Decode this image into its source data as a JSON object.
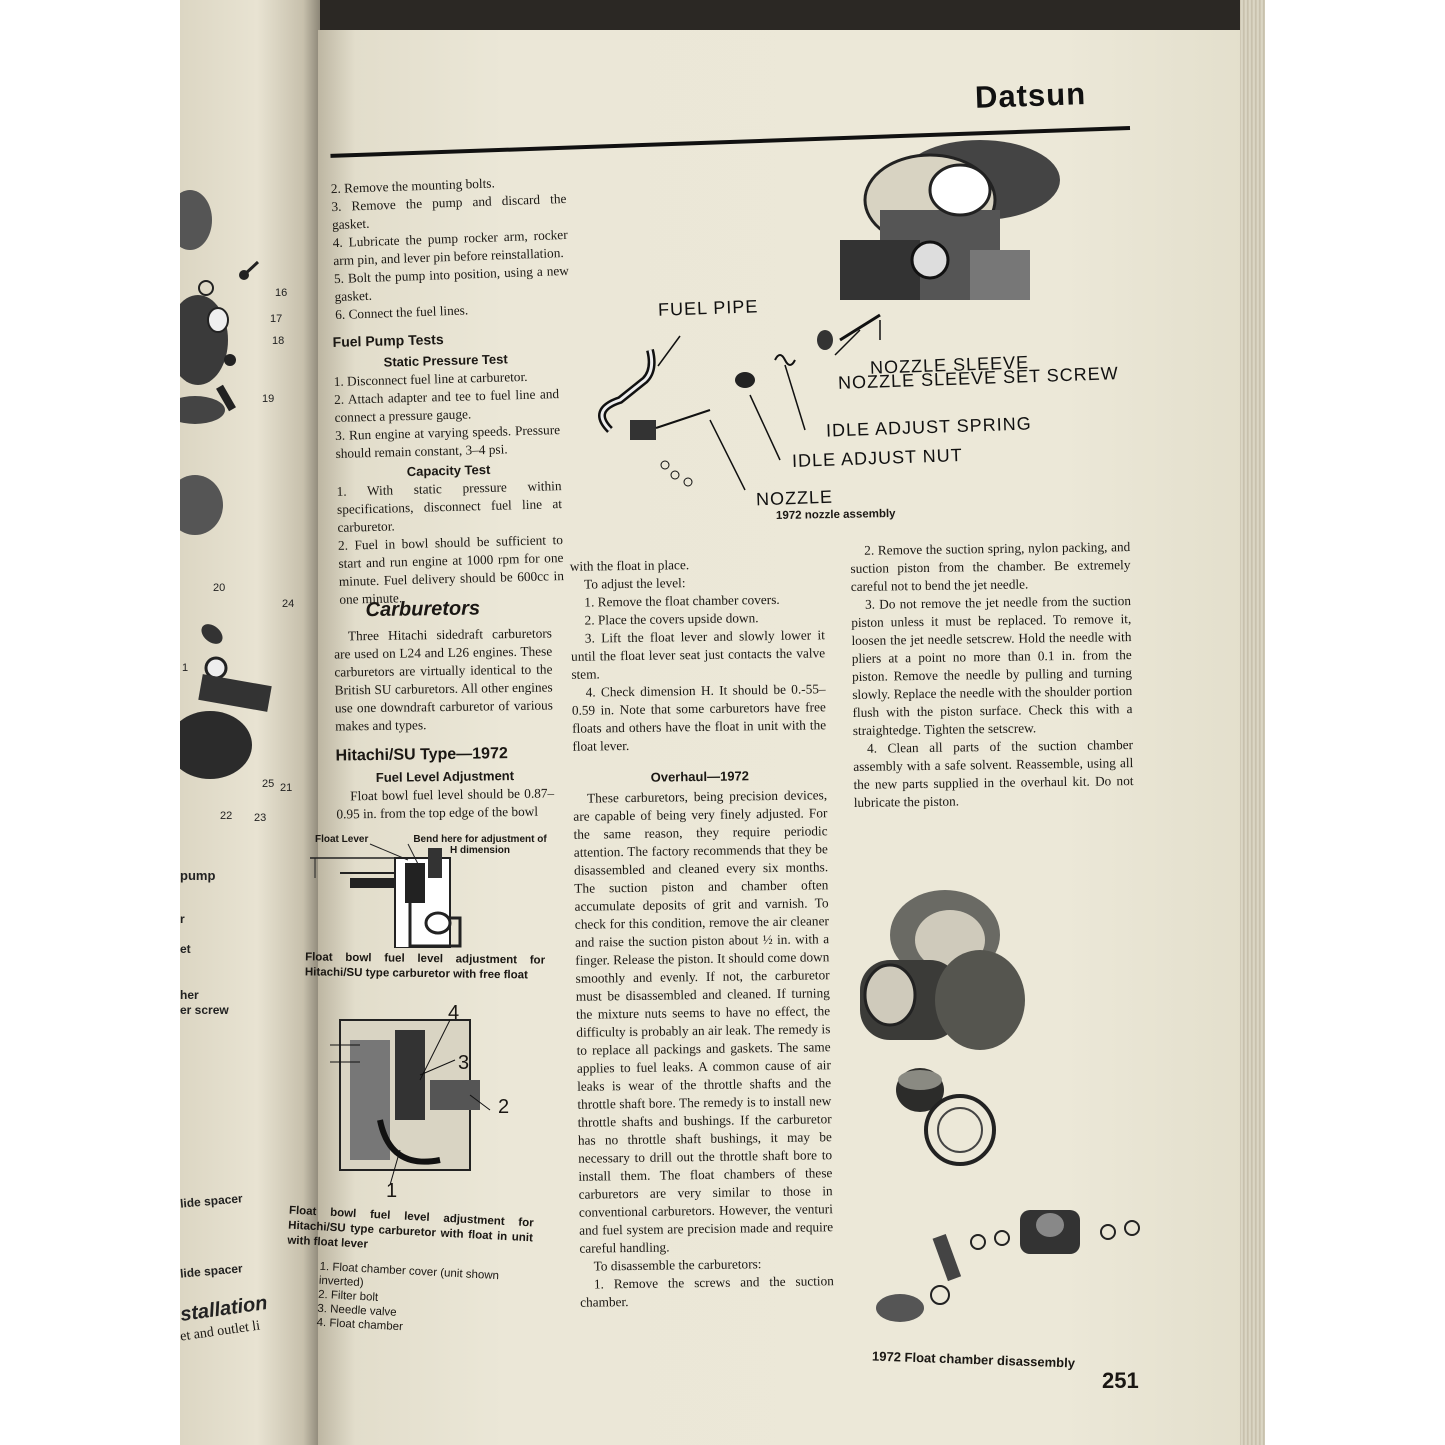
{
  "header": {
    "title": "Datsun"
  },
  "left_page": {
    "callouts": [
      "16",
      "17",
      "18",
      "19",
      "20",
      "24",
      "1",
      "25",
      "21",
      "22",
      "23"
    ],
    "fragments": [
      "pump",
      "r",
      "et",
      "her",
      "er screw",
      "lide spacer",
      "lide spacer",
      "stallation",
      "et and outlet li"
    ]
  },
  "col1": {
    "steps": [
      "2. Remove the mounting bolts.",
      "3. Remove the pump and discard the gasket.",
      "4. Lubricate the pump rocker arm, rocker arm pin, and lever pin before reinstallation.",
      "5. Bolt the pump into position, using a new gasket.",
      "6. Connect the fuel lines."
    ],
    "fuel_pump_tests_heading": "Fuel Pump Tests",
    "static_heading": "Static Pressure Test",
    "static_steps": [
      "1. Disconnect fuel line at carburetor.",
      "2. Attach adapter and tee to fuel line and connect a pressure gauge.",
      "3. Run engine at varying speeds. Pressure should remain constant, 3–4 psi."
    ],
    "capacity_heading": "Capacity Test",
    "capacity_steps": [
      "1. With static pressure within specifications, disconnect fuel line at carburetor.",
      "2. Fuel in bowl should be sufficient to start and run engine at 1000 rpm for one minute. Fuel delivery should be 600cc in one minute."
    ],
    "carburetors_heading": "Carburetors",
    "carburetors_text": "Three Hitachi sidedraft carburetors are used on L24 and L26 engines. These carburetors are virtually identical to the British SU carburetors. All other engines use one downdraft carburetor of various makes and types.",
    "hitachi_heading": "Hitachi/SU Type—1972",
    "fuel_level_heading": "Fuel Level Adjustment",
    "fuel_level_text": "Float bowl fuel level should be 0.87–0.95 in. from the top edge of the bowl",
    "fig1_label_float_lever": "Float Lever",
    "fig1_label_bend": "Bend here for adjustment of H dimension",
    "fig1_caption": "Float bowl fuel level adjustment for Hitachi/SU type carburetor with free float",
    "fig2_numbers": [
      "4",
      "3",
      "2",
      "1"
    ],
    "fig2_caption": "Float bowl fuel level adjustment for Hitachi/SU type carburetor with float in unit with float lever",
    "fig2_legend": [
      "1. Float chamber cover (unit shown inverted)",
      "2. Filter bolt",
      "3. Needle valve",
      "4. Float chamber"
    ]
  },
  "diagram_top": {
    "labels": {
      "fuel_pipe": "FUEL PIPE",
      "nozzle_sleeve": "NOZZLE SLEEVE",
      "nozzle_sleeve_set_screw": "NOZZLE SLEEVE SET SCREW",
      "idle_adjust_spring": "IDLE ADJUST SPRING",
      "idle_adjust_nut": "IDLE ADJUST NUT",
      "nozzle": "NOZZLE"
    },
    "caption": "1972 nozzle assembly"
  },
  "col2": {
    "intro": "with the float in place.",
    "adjust_intro": "To adjust the level:",
    "adjust_steps": [
      "1. Remove the float chamber covers.",
      "2. Place the covers upside down.",
      "3. Lift the float lever and slowly lower it until the float lever seat just contacts the valve stem.",
      "4. Check dimension H. It should be 0.-55–0.59 in. Note that some carburetors have free floats and others have the float in unit with the float lever."
    ],
    "overhaul_heading": "Overhaul—1972",
    "overhaul_text": "These carburetors, being precision devices, are capable of being very finely adjusted. For the same reason, they require periodic attention. The factory recommends that they be disassembled and cleaned every six months. The suction piston and chamber often accumulate deposits of grit and varnish. To check for this condition, remove the air cleaner and raise the suction piston about ½ in. with a finger. Release the piston. It should come down smoothly and evenly. If not, the carburetor must be disassembled and cleaned. If turning the mixture nuts seems to have no effect, the difficulty is probably an air leak. The remedy is to replace all packings and gaskets. The same applies to fuel leaks. A common cause of air leaks is wear of the throttle shafts and the throttle shaft bore. The remedy is to install new throttle shafts and bushings. If the carburetor has no throttle shaft bushings, it may be necessary to drill out the throttle shaft bore to install them. The float chambers of these carburetors are very similar to those in conventional carburetors. However, the venturi and fuel system are precision made and require careful handling.",
    "disassemble_intro": "To disassemble the carburetors:",
    "disassemble_step1": "1. Remove the screws and the suction chamber."
  },
  "col3": {
    "steps": [
      "2. Remove the suction spring, nylon packing, and suction piston from the chamber. Be extremely careful not to bend the jet needle.",
      "3. Do not remove the jet needle from the suction piston unless it must be replaced. To remove it, loosen the jet needle setscrew. Hold the needle with pliers at a point no more than 0.1 in. from the piston. Remove the needle by pulling and turning slowly. Replace the needle with the shoulder portion flush with the piston surface. Check this with a straightedge. Tighten the setscrew.",
      "4. Clean all parts of the suction chamber assembly with a safe solvent. Reassemble, using all the new parts supplied in the overhaul kit. Do not lubricate the piston."
    ],
    "photo_caption": "1972 Float chamber disassembly"
  },
  "footer": {
    "page_number": "251"
  }
}
